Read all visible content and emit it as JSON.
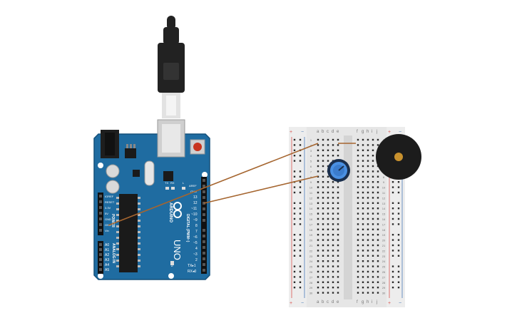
{
  "colors": {
    "board": "#1f6ca1",
    "board_edge": "#15507a",
    "breadboard": "#e6e6e6",
    "breadboard_rail": "#ededed",
    "hole": "#2b2b2b",
    "wire": "#a5652f",
    "rail_red": "#d9534f",
    "rail_blue": "#4a7ab8",
    "buzzer_body": "#1c1c1c",
    "buzzer_center": "#c8912e",
    "pot_body": "#1a2f4d",
    "pot_knob": "#4a90e2",
    "usb_plug": "#222222",
    "reset_button": "#c8341e"
  },
  "arduino": {
    "brand": "ARDUINO",
    "model": "UNO",
    "tx": "TX",
    "rx": "RX",
    "l_label": "L",
    "on_label": "ON",
    "aref": "AREF",
    "gnd": "GND",
    "digital_pins": [
      "13",
      "12",
      "~11",
      "~10",
      "~9",
      "8",
      "7",
      "~6",
      "~5",
      "4",
      "~3",
      "2",
      "TX▸1",
      "RX◂0"
    ],
    "digital_label": "DIGITAL (PWM~)",
    "power_pins": [
      "IOREF",
      "RESET",
      "3.3V",
      "5V",
      "GND",
      "GND",
      "Vin"
    ],
    "power_label": "POWER",
    "analog_pins": [
      "A0",
      "A1",
      "A2",
      "A3",
      "A4",
      "A5"
    ],
    "analog_label": "ANALOG IN"
  },
  "breadboard": {
    "columns_left": [
      "a",
      "b",
      "c",
      "d",
      "e"
    ],
    "columns_right": [
      "f",
      "g",
      "h",
      "i",
      "j"
    ],
    "rows": [
      "1",
      "2",
      "3",
      "4",
      "5",
      "6",
      "7",
      "8",
      "9",
      "10",
      "11",
      "12",
      "13",
      "14",
      "15",
      "16",
      "17",
      "18",
      "19",
      "20",
      "21",
      "22",
      "23",
      "24",
      "25",
      "26",
      "27",
      "28",
      "29",
      "30"
    ],
    "plus": "+",
    "minus": "−"
  },
  "icons": {
    "usb": "usb-cable-icon",
    "buzzer": "piezo-buzzer-icon",
    "pot": "potentiometer-icon"
  }
}
